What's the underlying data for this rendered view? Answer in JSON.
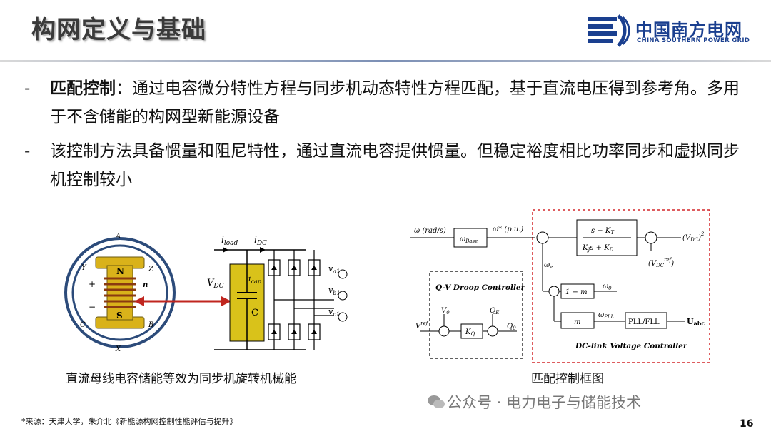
{
  "header": {
    "title": "构网定义与基础",
    "logo_cn": "中国南方电网",
    "logo_en": "CHINA SOUTHERN POWER GRID"
  },
  "bullets": [
    {
      "bold": "匹配控制",
      "text": "：通过电容微分特性方程与同步机动态特性方程匹配，基于直流电压得到参考角。多用于不含储能的构网型新能源设备"
    },
    {
      "bold": "",
      "text": "该控制方法具备惯量和阻尼特性，通过直流电容提供惯量。但稳定裕度相比功率同步和虚拟同步机控制较小"
    }
  ],
  "left_figure": {
    "caption": "直流母线电容储能等效为同步机旋转机械能",
    "labels": {
      "A": "A",
      "B": "B",
      "C": "C",
      "X": "X",
      "Y": "Y",
      "Z": "Z",
      "N": "N",
      "S": "S",
      "n": "n",
      "plus": "+",
      "minus": "−",
      "iload": "i",
      "iload_sub": "load",
      "idc": "i",
      "idc_sub": "DC",
      "vdc": "V",
      "vdc_sub": "DC",
      "icap": "i",
      "icap_sub": "cap",
      "cap": "C",
      "va": "v",
      "va_sub": "a1",
      "vb": "v",
      "vb_sub": "b1",
      "vc": "v",
      "vc_sub": "c1"
    }
  },
  "right_figure": {
    "caption": "匹配控制框图",
    "labels": {
      "omega_rads": "ω (rad/s)",
      "omega_pu": "ω* (p.u.)",
      "omega_base": "ω",
      "omega_base_sub": "Base",
      "tf_num": "s + K",
      "tf_num_sub": "T",
      "tf_den": "K",
      "tf_den2": "s + K",
      "tf_den_sub1": "J",
      "tf_den_sub2": "D",
      "vdc2": "(V",
      "vdc2_sub": "DC",
      "vdc2_sup": "2",
      "vref2": "(V",
      "vref2_sub": "DC",
      "vref2_sup": "ref",
      "omega_e": "ω",
      "omega_e_sub": "e",
      "one_minus_m": "1 − m",
      "omega0": "ω",
      "omega0_sub": "0",
      "m": "m",
      "omega_pll": "ω",
      "omega_pll_sub": "PLL",
      "pll": "PLL/FLL",
      "uabc": "U",
      "uabc_sub": "abc",
      "qv_title": "Q-V Droop Controller",
      "v0": "V",
      "v0_sub": "0",
      "qe": "Q",
      "qe_sub": "E",
      "q0": "Q",
      "q0_sub": "0",
      "kq": "K",
      "kq_sub": "Q",
      "vref": "V",
      "vref_sup": "ref",
      "dc_title": "DC-link Voltage Controller"
    }
  },
  "watermark": "公众号 · 电力电子与储能技术",
  "source": "*来源：天津大学，朱介北《新能源构网控制性能评估与提升》",
  "page_number": "16",
  "colors": {
    "title": "#3a3a3a",
    "brand": "#1a3f8f",
    "arrow": "#c0261f",
    "rotor": "#d9b21a",
    "cap_box": "#d9c21a",
    "dashed_red": "#d4262a"
  }
}
